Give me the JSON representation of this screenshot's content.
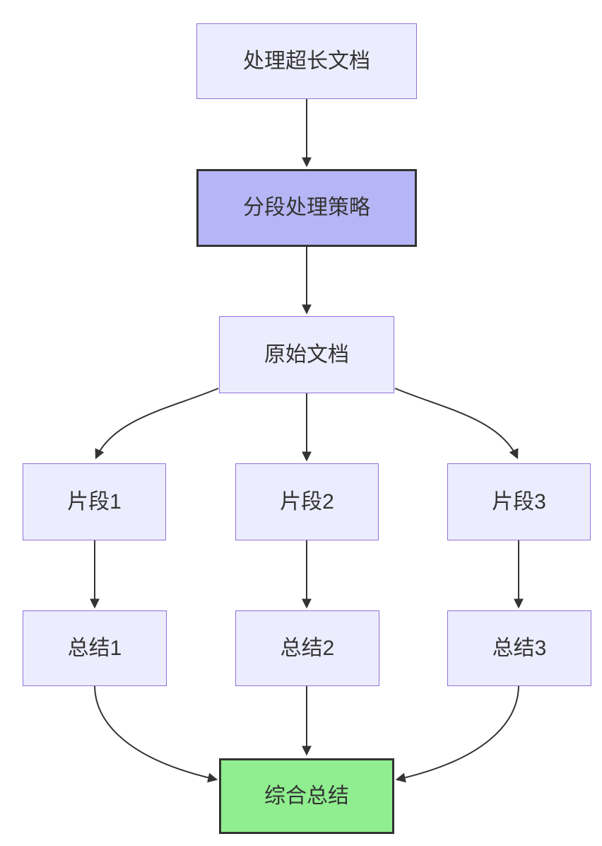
{
  "diagram": {
    "type": "flowchart",
    "direction": "top-down",
    "nodes": [
      {
        "id": "process-long-doc",
        "label": "处理超长文档",
        "kind": "default"
      },
      {
        "id": "segment-strategy",
        "label": "分段处理策略",
        "kind": "emphasis"
      },
      {
        "id": "original-doc",
        "label": "原始文档",
        "kind": "default"
      },
      {
        "id": "fragment-1",
        "label": "片段1",
        "kind": "default"
      },
      {
        "id": "fragment-2",
        "label": "片段2",
        "kind": "default"
      },
      {
        "id": "fragment-3",
        "label": "片段3",
        "kind": "default"
      },
      {
        "id": "summary-1",
        "label": "总结1",
        "kind": "default"
      },
      {
        "id": "summary-2",
        "label": "总结2",
        "kind": "default"
      },
      {
        "id": "summary-3",
        "label": "总结3",
        "kind": "default"
      },
      {
        "id": "final-summary",
        "label": "综合总结",
        "kind": "success"
      }
    ],
    "edges": [
      {
        "from": "process-long-doc",
        "to": "segment-strategy"
      },
      {
        "from": "segment-strategy",
        "to": "original-doc"
      },
      {
        "from": "original-doc",
        "to": "fragment-1"
      },
      {
        "from": "original-doc",
        "to": "fragment-2"
      },
      {
        "from": "original-doc",
        "to": "fragment-3"
      },
      {
        "from": "fragment-1",
        "to": "summary-1"
      },
      {
        "from": "fragment-2",
        "to": "summary-2"
      },
      {
        "from": "fragment-3",
        "to": "summary-3"
      },
      {
        "from": "summary-1",
        "to": "final-summary"
      },
      {
        "from": "summary-2",
        "to": "final-summary"
      },
      {
        "from": "summary-3",
        "to": "final-summary"
      }
    ],
    "colors": {
      "background": "#FFFFFF",
      "node-fill": "#ECECFF",
      "node-border": "#9370DB",
      "emphasis-fill": "#B6B6F6",
      "success-fill": "#90EE90",
      "strong-border": "#333333",
      "edge-color": "#333333",
      "text-color": "#333333"
    }
  }
}
